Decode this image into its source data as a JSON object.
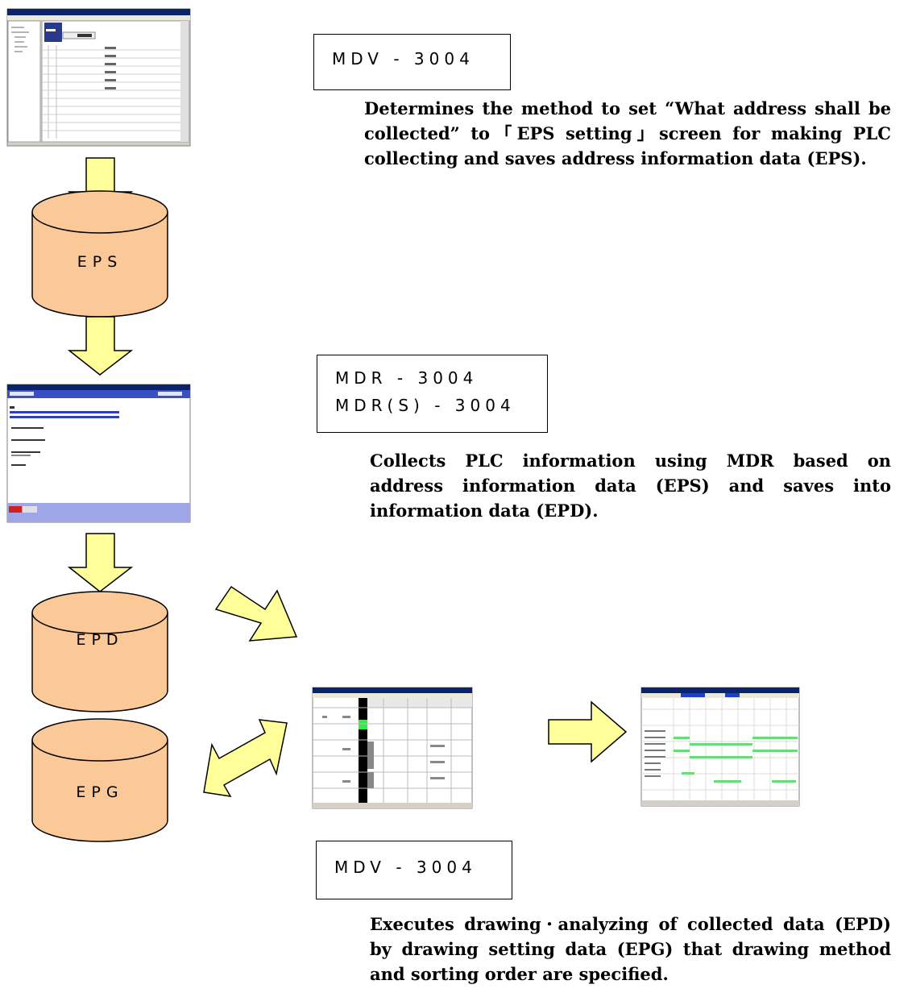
{
  "labels": {
    "mdv_top": "MDV - 3004",
    "mdr_line1": "MDR - 3004",
    "mdr_line2": "MDR(S) - 3004",
    "mdv_bottom": "MDV - 3004"
  },
  "descriptions": {
    "eps_setting": [
      "Determines the method to set “What address shall be",
      "collected” to「EPS setting」screen for making PLC",
      "collecting and saves address information data (EPS)."
    ],
    "collect": [
      "Collects PLC information using MDR based on",
      "address information data (EPS) and saves into",
      "information data (EPD)."
    ],
    "drawing": [
      "Executes drawing･analyzing of collected data (EPD)",
      "by drawing setting data (EPG) that drawing method",
      "and sorting order are specified."
    ]
  },
  "databases": {
    "eps": "EPS",
    "epd": "EPD",
    "epg": "EPG"
  },
  "colors": {
    "arrow_fill": "#ffff99",
    "cylinder_fill": "#fbc897",
    "window_title": "#0a246a",
    "chart_green": "#66dd77"
  }
}
